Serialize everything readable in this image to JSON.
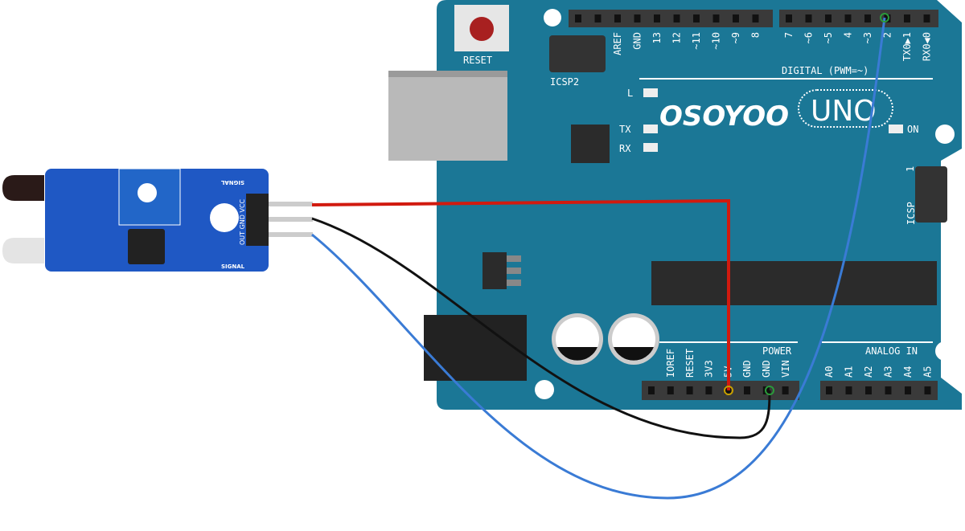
{
  "board": {
    "reset_label": "RESET",
    "icsp2_label": "ICSP2",
    "icsp_label": "ICSP",
    "icsp_pin1": "1",
    "digital_label": "DIGITAL (PWM=~)",
    "brand": "OSOYOO",
    "model": "UNO",
    "led_labels": [
      "L",
      "TX",
      "RX",
      "ON"
    ],
    "top_left_pins": [
      "AREF",
      "GND",
      "13",
      "12",
      "~11",
      "~10",
      "~9",
      "8"
    ],
    "top_right_pins": [
      "7",
      "~6",
      "~5",
      "4",
      "~3",
      "2",
      "TX0▶1",
      "RX0◀0"
    ],
    "power_label": "POWER",
    "power_pins": [
      "IOREF",
      "RESET",
      "3V3",
      "5V",
      "GND",
      "GND",
      "VIN"
    ],
    "analog_label": "ANALOG IN",
    "analog_pins": [
      "A0",
      "A1",
      "A2",
      "A3",
      "A4",
      "A5"
    ],
    "color": "#1b7796"
  },
  "sensor": {
    "signal_top": "SIGNAL",
    "signal_bottom": "SIGNAL",
    "pin_labels": "OUT GND VCC",
    "color": "#1f58c4"
  },
  "wires": [
    {
      "from": "VCC",
      "to": "5V",
      "color": "#d11a0f"
    },
    {
      "from": "GND",
      "to": "GND",
      "color": "#111111"
    },
    {
      "from": "OUT",
      "to": "2",
      "color": "#3a7bd5"
    }
  ]
}
